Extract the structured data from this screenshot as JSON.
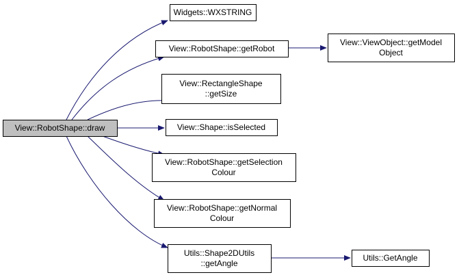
{
  "colors": {
    "edge": "#191970",
    "node_fill": "#ffffff",
    "root_fill": "#bfbfbf",
    "border": "#000000"
  },
  "nodes": {
    "draw": {
      "lines": [
        "View::RobotShape::draw"
      ],
      "root": true
    },
    "wxstring": {
      "lines": [
        "Widgets::WXSTRING"
      ]
    },
    "get_robot": {
      "lines": [
        "View::RobotShape::getRobot"
      ]
    },
    "get_model_object": {
      "lines": [
        "View::ViewObject::getModel",
        "Object"
      ]
    },
    "get_size": {
      "lines": [
        "View::RectangleShape",
        "::getSize"
      ]
    },
    "is_selected": {
      "lines": [
        "View::Shape::isSelected"
      ]
    },
    "get_selection_colour": {
      "lines": [
        "View::RobotShape::getSelection",
        "Colour"
      ]
    },
    "get_normal_colour": {
      "lines": [
        "View::RobotShape::getNormal",
        "Colour"
      ]
    },
    "shape2d_get_angle": {
      "lines": [
        "Utils::Shape2DUtils",
        "::getAngle"
      ]
    },
    "get_angle": {
      "lines": [
        "Utils::GetAngle"
      ]
    }
  },
  "edges": [
    [
      "draw",
      "wxstring"
    ],
    [
      "draw",
      "get_robot"
    ],
    [
      "draw",
      "get_size"
    ],
    [
      "draw",
      "is_selected"
    ],
    [
      "draw",
      "get_selection_colour"
    ],
    [
      "draw",
      "get_normal_colour"
    ],
    [
      "draw",
      "shape2d_get_angle"
    ],
    [
      "get_robot",
      "get_model_object"
    ],
    [
      "shape2d_get_angle",
      "get_angle"
    ]
  ]
}
